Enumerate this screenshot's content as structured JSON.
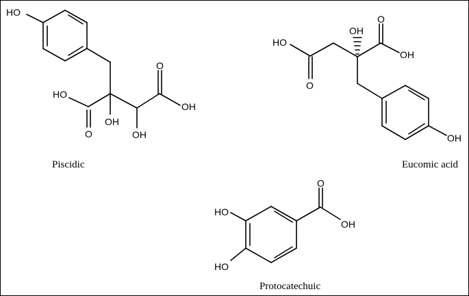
{
  "figure": {
    "molecules": [
      {
        "name": "Piscidic",
        "labels": {
          "ho_top": "HO",
          "acid_right": "OH",
          "o_right": "O",
          "acid_left": "HO",
          "o_left": "O",
          "oh_mid": "OH",
          "oh_low": "OH"
        }
      },
      {
        "name": "Eucomic acid",
        "labels": {
          "ho_left": "HO",
          "o_left": "O",
          "oh_stereo": "OH",
          "o_right": "O",
          "oh_right": "OH",
          "oh_ring": "OH"
        }
      },
      {
        "name": "Protocatechuic",
        "labels": {
          "ho_top": "HO",
          "ho_bottom": "HO",
          "o_top": "O",
          "oh_acid": "OH"
        }
      }
    ],
    "colors": {
      "line": "#000000",
      "background": "#ffffff"
    }
  }
}
